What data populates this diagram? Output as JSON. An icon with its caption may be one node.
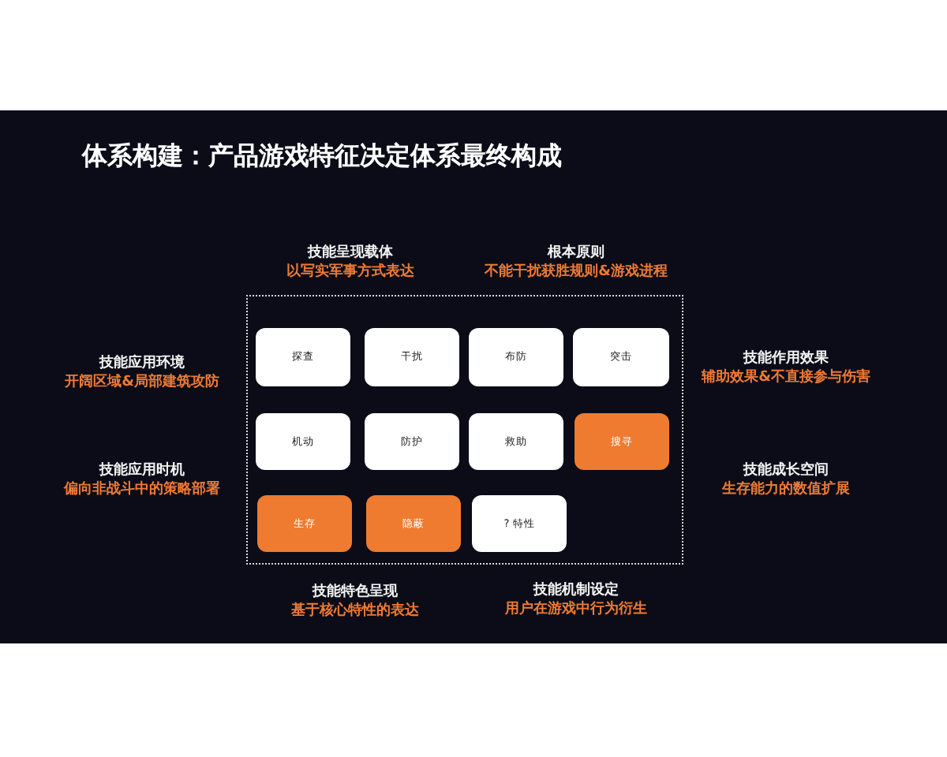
{
  "diagram": {
    "title": "体系构建：产品游戏特征决定体系最终构成",
    "nodes": [
      {
        "text": [],
        "shape": "box"
      },
      {
        "text": [
          "探查"
        ],
        "in": 0
      },
      {
        "text": [
          "干扰"
        ],
        "in": 0
      },
      {
        "text": [
          "布防"
        ],
        "in": 0
      },
      {
        "text": [
          "突击"
        ],
        "in": 0
      },
      {
        "text": [
          "机动"
        ],
        "in": 0
      },
      {
        "text": [
          "防护"
        ],
        "in": 0
      },
      {
        "text": [
          "救助"
        ],
        "in": 0
      },
      {
        "text": [
          "搜寻"
        ],
        "in": 0
      },
      {
        "text": [
          "生存"
        ],
        "in": 0
      },
      {
        "text": [
          "隐蔽"
        ],
        "in": 0
      },
      {
        "text": [
          "? 特性"
        ],
        "in": 0
      }
    ],
    "labels": [
      "技能呈现载体",
      "以写实军事方式表达",
      "根本原则",
      "不能干扰获胜规则&游戏进程",
      "技能应用环境",
      "开阔区域&局部建筑攻防",
      "技能作用效果",
      "辅助效果&不直接参与伤害",
      "技能应用时机",
      "偏向非战斗中的策略部署",
      "技能成长空间",
      "生存能力的数值扩展",
      "技能特色呈现",
      "基于核心特性的表达",
      "技能机制设定",
      "用户在游戏中行为衍生"
    ]
  }
}
